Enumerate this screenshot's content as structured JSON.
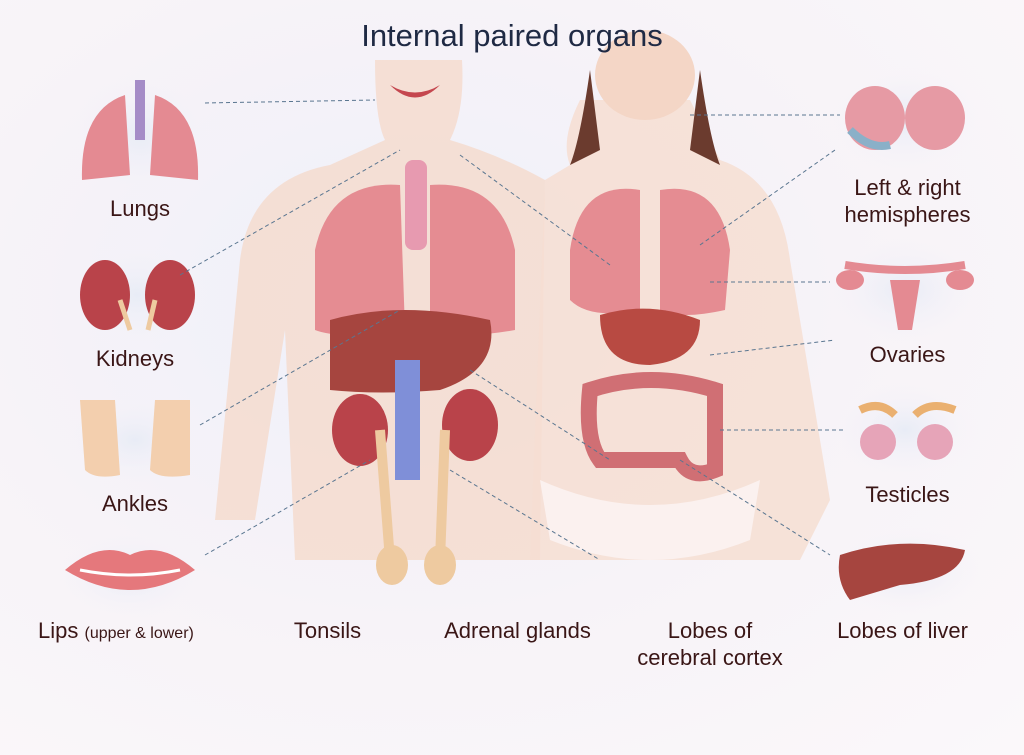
{
  "title": "Internal paired organs",
  "labels": {
    "lungs": "Lungs",
    "kidneys": "Kidneys",
    "ankles": "Ankles",
    "lips": "Lips",
    "lips_note": "(upper & lower)",
    "tonsils": "Tonsils",
    "adrenal": "Adrenal glands",
    "cortex_1": "Lobes of",
    "cortex_2": "cerebral cortex",
    "liver": "Lobes of liver",
    "hemispheres_1": "Left & right",
    "hemispheres_2": "hemispheres",
    "ovaries": "Ovaries",
    "testicles": "Testicles"
  },
  "colors": {
    "title": "#1f2a44",
    "label": "#3a1616",
    "organ": "#d9737b",
    "leader": "#5a7690"
  }
}
